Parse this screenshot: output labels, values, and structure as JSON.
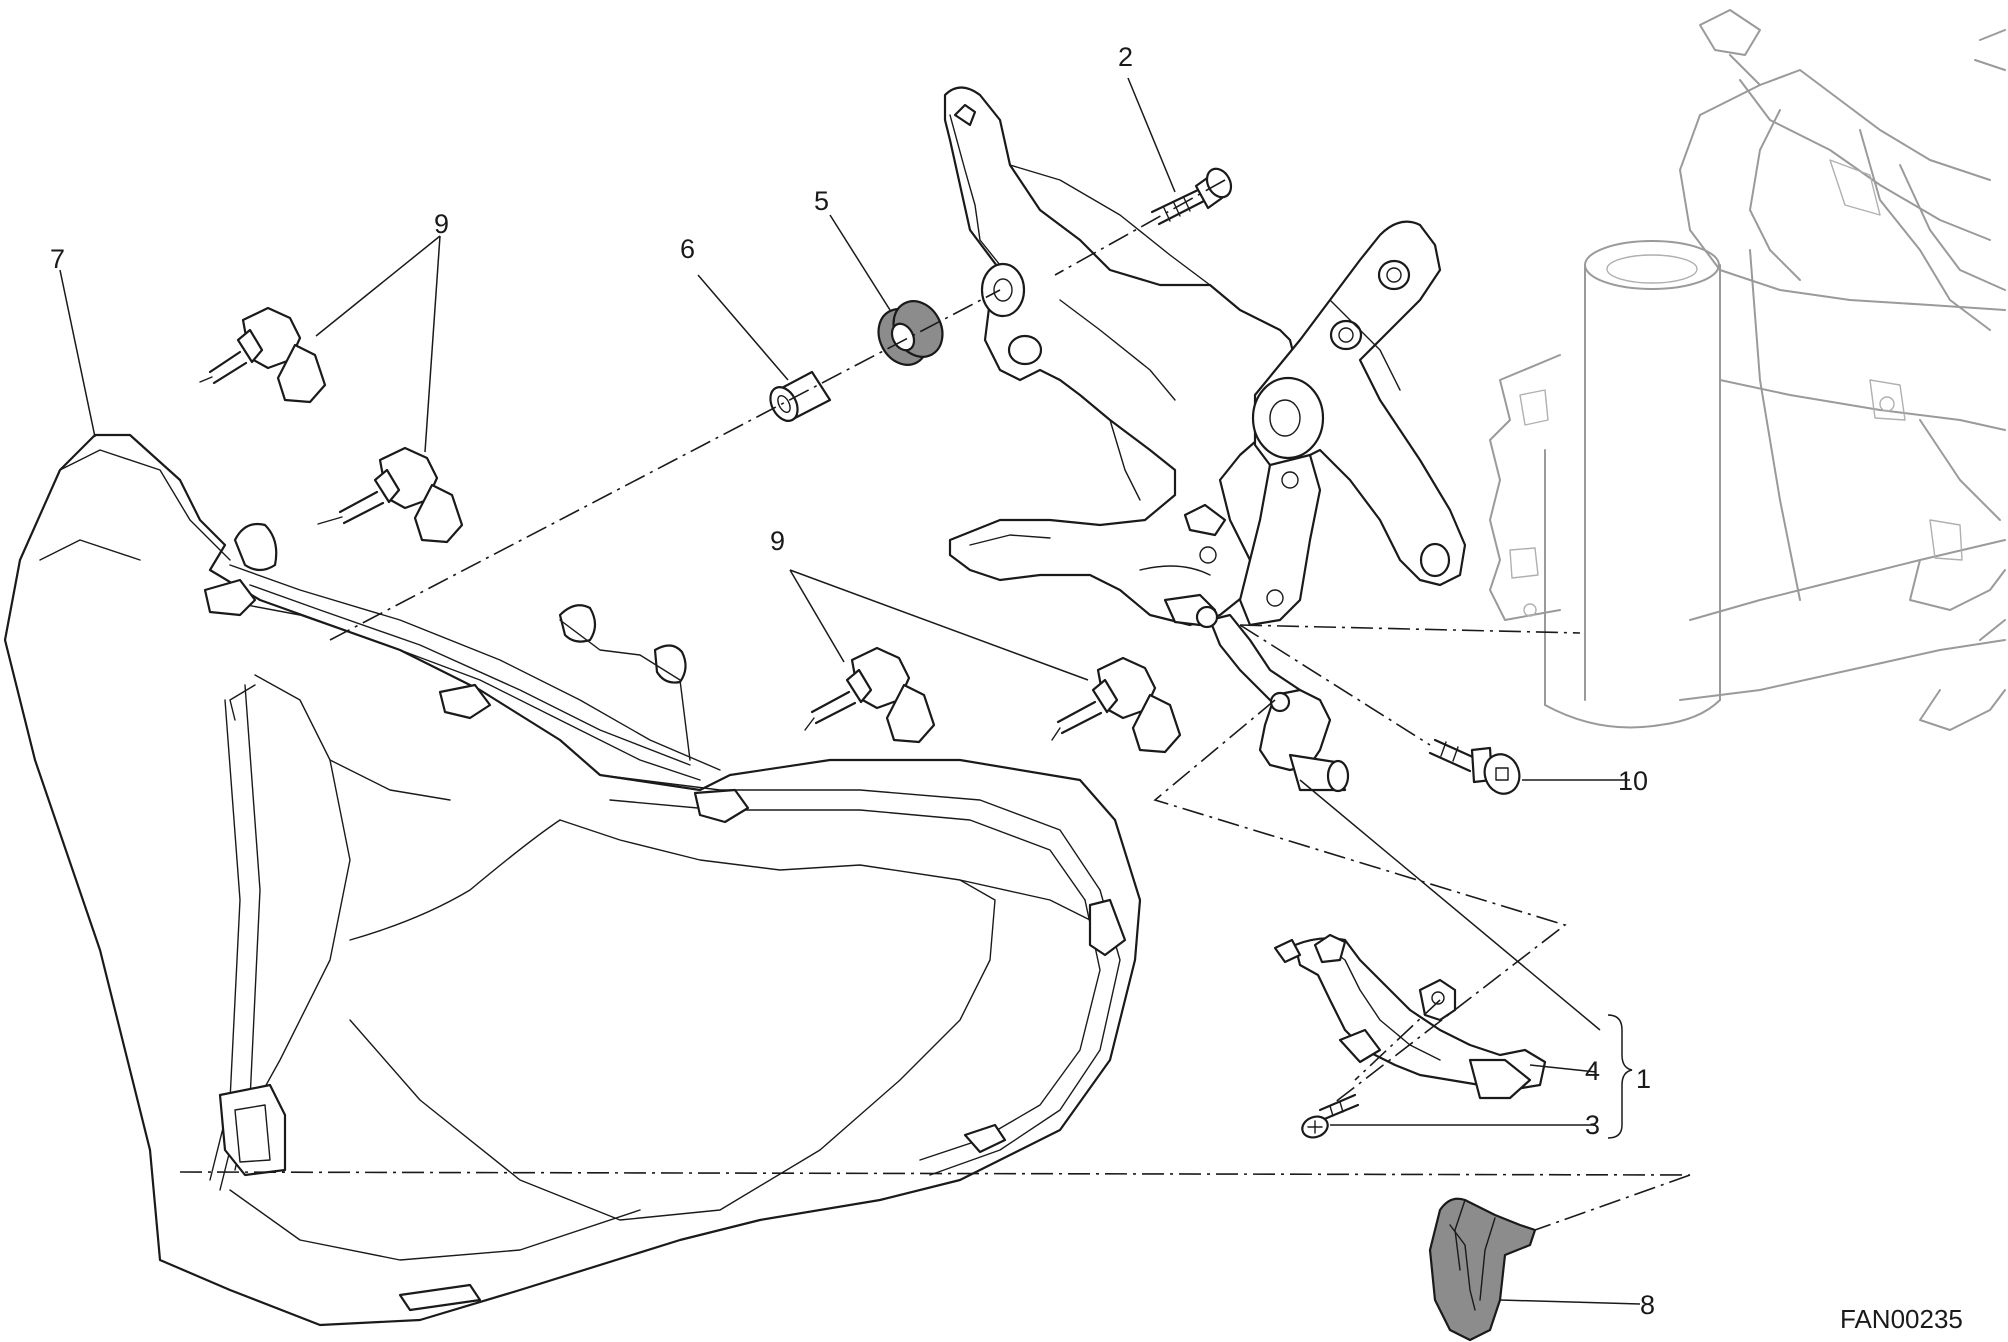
{
  "callouts": {
    "c1": "1",
    "c2": "2",
    "c3": "3",
    "c4": "4",
    "c5": "5",
    "c6": "6",
    "c7": "7",
    "c8": "8",
    "c9a": "9",
    "c9b": "9",
    "c10": "10"
  },
  "drawing_code": "FAN00235"
}
